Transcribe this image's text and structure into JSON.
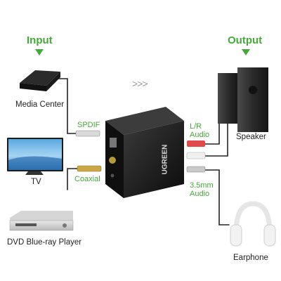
{
  "input_label": "Input",
  "output_label": "Output",
  "devices": {
    "media_center": "Media Center",
    "tv": "TV",
    "dvd": "DVD Blue-ray Player",
    "speaker": "Speaker",
    "earphone": "Earphone"
  },
  "ports": {
    "spdif": "SPDIF",
    "coaxial": "Coaxial",
    "lr_line1": "L/R",
    "lr_line2": "Audio",
    "mm_line1": "3.5mm",
    "mm_line2": "Audio"
  },
  "brand": "UGREEN",
  "flow_arrows": ">>>",
  "colors": {
    "accent": "#46a83a",
    "device": "#1c1c1c",
    "cable": "#222222"
  }
}
